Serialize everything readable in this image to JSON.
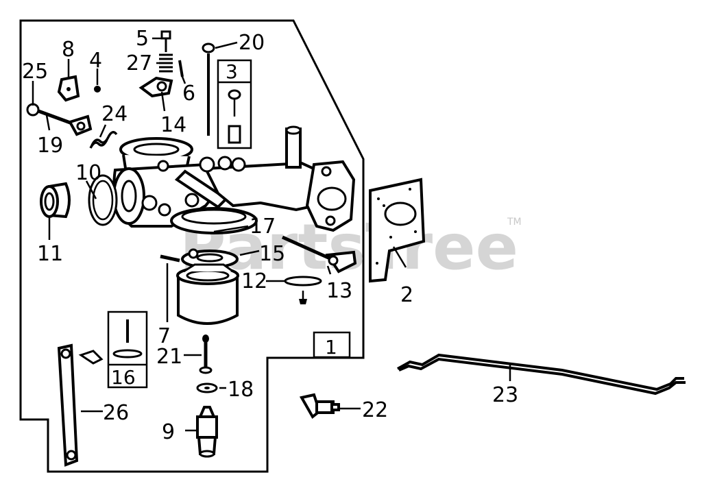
{
  "labels": {
    "p1": "1",
    "p2": "2",
    "p3": "3",
    "p4": "4",
    "p5": "5",
    "p6": "6",
    "p7": "7",
    "p8": "8",
    "p9": "9",
    "p10": "10",
    "p11": "11",
    "p12": "12",
    "p13": "13",
    "p14": "14",
    "p15": "15",
    "p16": "16",
    "p17": "17",
    "p18": "18",
    "p19": "19",
    "p20": "20",
    "p21": "21",
    "p22": "22",
    "p23": "23",
    "p24": "24",
    "p25": "25",
    "p26": "26",
    "p27": "27"
  },
  "watermark": {
    "text": "PartsTree",
    "trademark": "TM"
  },
  "colors": {
    "line": "#000000",
    "background": "#ffffff",
    "watermark": "#c8c8c8"
  }
}
